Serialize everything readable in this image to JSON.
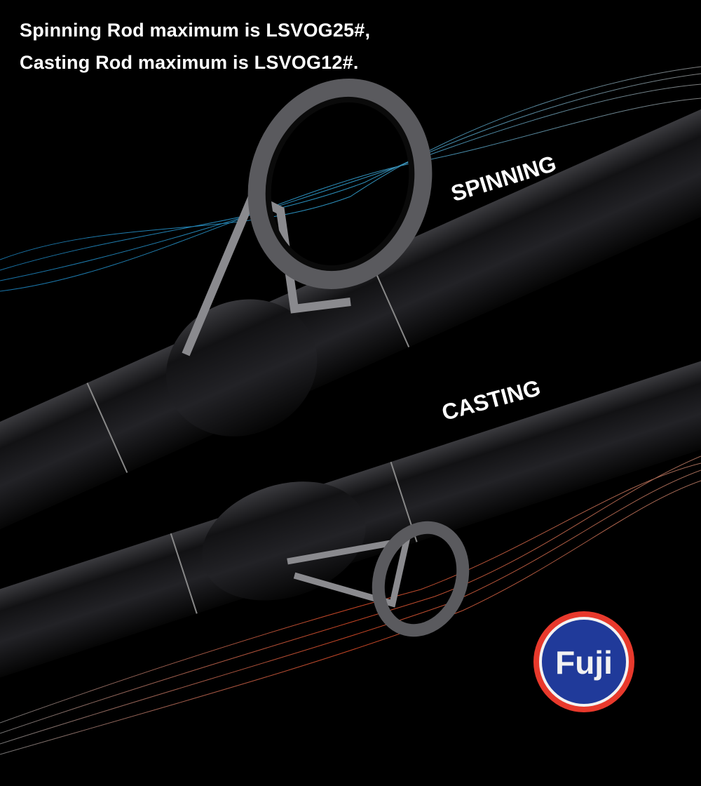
{
  "headline": {
    "line1": "Spinning Rod maximum is LSVOG25#,",
    "line2": "Casting Rod maximum is LSVOG12#."
  },
  "labels": {
    "spinning": "SPINNING",
    "casting": "CASTING"
  },
  "logo": {
    "text": "Fuji",
    "colors": {
      "ring": "#e8392c",
      "inner": "#203a9a",
      "text": "#f2f2f2"
    }
  },
  "colors": {
    "background": "#000000",
    "spinning_line": "#2aa7e0",
    "casting_line": "#e8502a",
    "rod": "#1a1a1c"
  }
}
